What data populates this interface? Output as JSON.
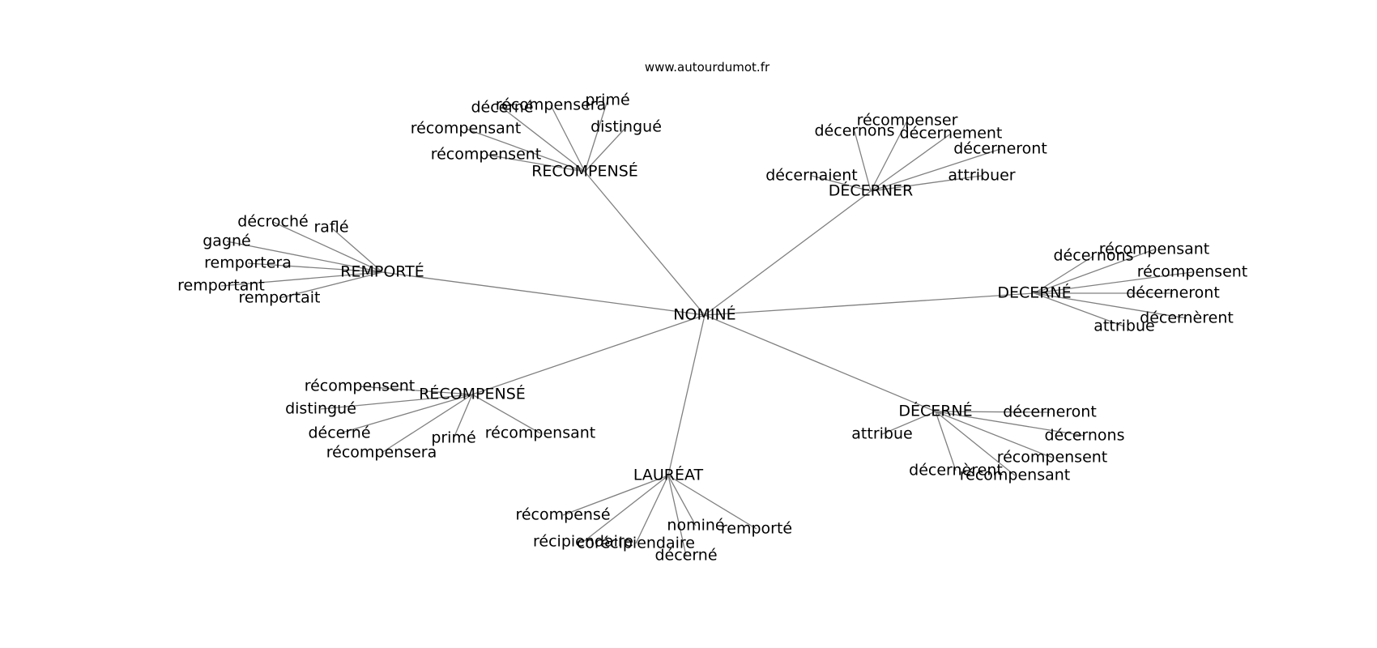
{
  "website": "www.autourdumot.fr",
  "colors": {
    "edge": "#808080",
    "text": "#000000",
    "background": "#ffffff"
  },
  "graph": {
    "center": "NOMINÉ",
    "hubs": [
      {
        "label": "RECOMPENSÉ",
        "leaves": [
          "récompensera",
          "primé",
          "décerné",
          "distingué",
          "récompensant",
          "récompensent"
        ]
      },
      {
        "label": "DÉCERNER",
        "leaves": [
          "récompenser",
          "décernons",
          "décernement",
          "décerneront",
          "décernaient",
          "attribuer"
        ]
      },
      {
        "label": "REMPORTÉ",
        "leaves": [
          "décroché",
          "raflé",
          "gagné",
          "remportera",
          "remportant",
          "remportait"
        ]
      },
      {
        "label": "DECERNÉ",
        "leaves": [
          "récompensant",
          "décernons",
          "récompensent",
          "décerneront",
          "décernèrent",
          "attribue"
        ]
      },
      {
        "label": "RÉCOMPENSÉ",
        "leaves": [
          "récompensent",
          "distingué",
          "décerné",
          "primé",
          "récompensant",
          "récompensera"
        ]
      },
      {
        "label": "DÉCERNÉ",
        "leaves": [
          "décerneront",
          "attribue",
          "décernons",
          "récompensent",
          "décernèrent",
          "récompensant"
        ]
      },
      {
        "label": "LAURÉAT",
        "leaves": [
          "récompensé",
          "récipiendaire",
          "corécipiendaire",
          "nominé",
          "remporté",
          "décerné"
        ]
      }
    ]
  }
}
